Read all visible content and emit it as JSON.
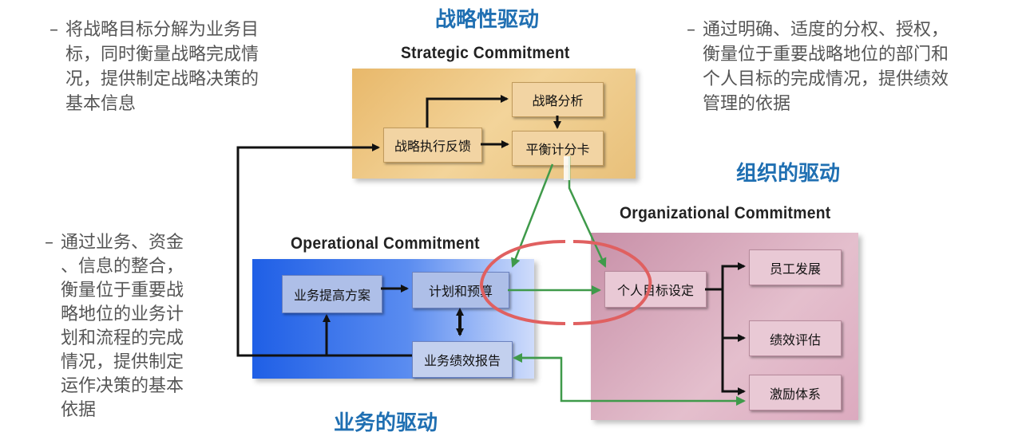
{
  "headings": {
    "strategic_cn": "战略性驱动",
    "strategic_en": "Strategic Commitment",
    "organizational_cn": "组织的驱动",
    "organizational_en": "Organizational Commitment",
    "operational_cn": "业务的驱动",
    "operational_en": "Operational Commitment"
  },
  "notes": {
    "left_top": {
      "dash": "–",
      "lines": [
        "将战略目标分解为业务目",
        "标，同时衡量战略完成情",
        "况，提供制定战略决策的",
        "基本信息"
      ]
    },
    "right_top": {
      "dash": "–",
      "lines": [
        "通过明确、适度的分权、授权，",
        "衡量位于重要战略地位的部门和",
        "个人目标的完成情况，提供绩效",
        "管理的依据"
      ]
    },
    "left_bottom": {
      "dash": "–",
      "lines": [
        "通过业务、资金",
        "、信息的整合，",
        "衡量位于重要战",
        "略地位的业务计",
        "划和流程的完成",
        "情况，提供制定",
        "运作决策的基本",
        "依据"
      ]
    }
  },
  "boxes": {
    "strategic_analysis": "战略分析",
    "execution_feedback": "战略执行反馈",
    "balanced_scorecard": "平衡计分卡",
    "improvement_plan": "业务提高方案",
    "plan_budget": "计划和预算",
    "performance_report": "业务绩效报告",
    "personal_goals": "个人目标设定",
    "staff_development": "员工发展",
    "performance_eval": "绩效评估",
    "incentive_system": "激励体系"
  },
  "colors": {
    "heading_blue": "#1f6fb2",
    "arrow_black": "#111111",
    "arrow_green": "#3f9a4a",
    "ellipse_red": "#e06060"
  }
}
